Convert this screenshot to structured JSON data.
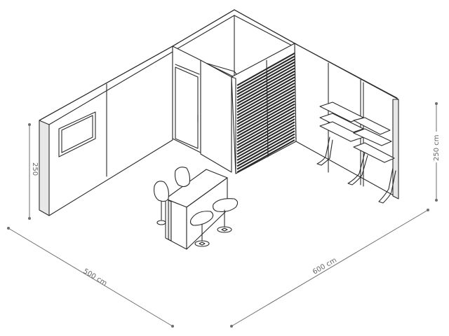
{
  "dimensions": {
    "width_label": "500 cm",
    "depth_label": "600 cm",
    "height_left_label": "250",
    "height_right_label": "250 cm"
  }
}
